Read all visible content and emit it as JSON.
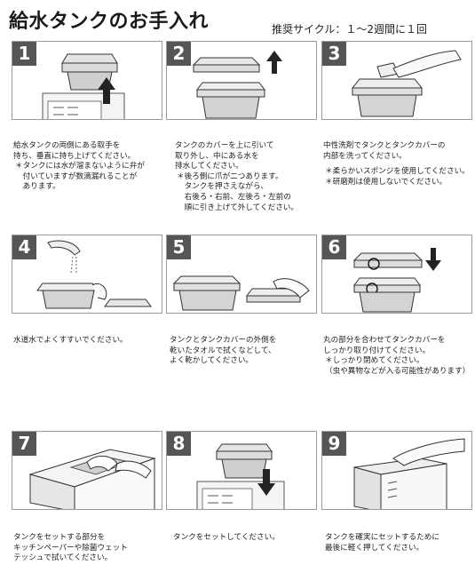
{
  "title": "給水タンクのお手入れ",
  "frequency": "推奨サイクル：１〜2週間に１回",
  "steps": [
    {
      "number": "1",
      "text": [
        "給水タンクの両側にある取手を",
        "持ち、垂直に持ち上げてください。"
      ],
      "notes": [
        "＊タンクには水が溜まないように弁が",
        "　付いていますが数滴漏れることが",
        "　あります。"
      ]
    },
    {
      "number": "2",
      "text": [
        "タンクのカバーを上に引いて",
        "取り外し、中にある水を",
        "排水してください。"
      ],
      "notes": [
        "＊後ろ側に爪が二つあります。",
        "　タンクを押さえながら、",
        "　右後ろ・右前、左後ろ・左前の",
        "　順に引き上げて外してください。"
      ]
    },
    {
      "number": "3",
      "text": [
        "中性洗剤でタンクとタンクカバーの",
        "内部を洗ってください。"
      ],
      "notes": [
        "＊柔らかいスポンジを使用してください。",
        "＊研磨剤は使用しないでください。"
      ]
    },
    {
      "number": "4",
      "text": [
        "水道水でよくすすいでください。"
      ],
      "notes": []
    },
    {
      "number": "5",
      "text": [
        "タンクとタンクカバーの外側を",
        "乾いたタオルで拭くなどして、",
        "よく乾かしてください。"
      ],
      "notes": []
    },
    {
      "number": "6",
      "text": [
        "丸の部分を合わせてタンクカバーを",
        "しっかり取り付けてください。"
      ],
      "notes": [
        "＊しっかり閉めてください。",
        "（虫や異物などが入る可能性があります）"
      ]
    },
    {
      "number": "7",
      "text": [
        "タンクをセットする部分を",
        "キッチンペーパーや除菌ウェット",
        "テッシュで拭いてください。"
      ],
      "notes": []
    },
    {
      "number": "8",
      "text": [
        "タンクをセットしてください。"
      ],
      "notes": []
    },
    {
      "number": "9",
      "text": [
        "タンクを確実にセットするために",
        "最後に軽く押してください。"
      ],
      "notes": []
    }
  ]
}
